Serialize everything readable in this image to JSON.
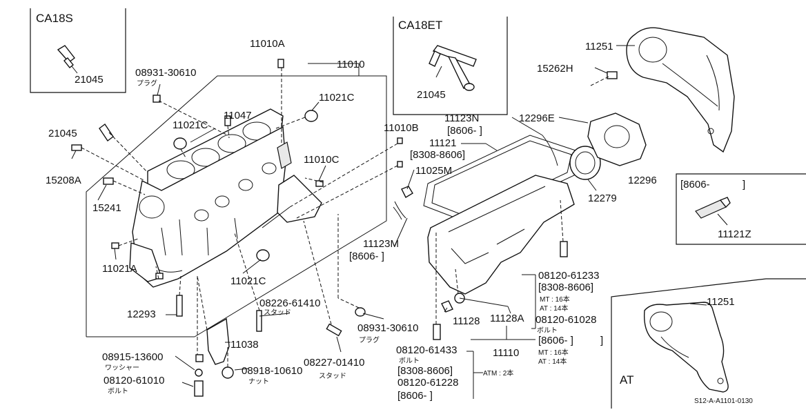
{
  "boxes": {
    "ca18s": {
      "title": "CA18S",
      "part": "21045"
    },
    "ca18et": {
      "title": "CA18ET",
      "part": "21045"
    },
    "rev_tube": {
      "date": "[8606-",
      "part": "11121Z"
    },
    "at": {
      "title": "AT",
      "part": "11251"
    }
  },
  "labels": {
    "p11010a": "11010A",
    "p11010": "11010",
    "p08931_top": "08931-30610",
    "plug_top": "プラグ",
    "p11047": "11047",
    "p11021c_a": "11021C",
    "p11021c_b": "11021C",
    "p21045": "21045",
    "p15208a": "15208A",
    "p15241": "15241",
    "p11010c": "11010C",
    "p11010b": "11010B",
    "p11025m": "11025M",
    "p11021a": "11021A",
    "p11021c_c": "11021C",
    "p12293": "12293",
    "p08226": "08226-61410",
    "stud_1": "スタッド",
    "p11038": "11038",
    "p08915": "08915-13600",
    "washer": "ワッシャー",
    "p08918": "08918-10610",
    "nut": "ナット",
    "p08120_61010": "08120-61010",
    "bolt_1": "ボルト",
    "p08227": "08227-01410",
    "stud_2": "スタッド",
    "p08931_bot": "08931-30610",
    "plug_bot": "プラグ",
    "p11123m": "11123M",
    "p11123m_date": "[8606-     ]",
    "p11123n": "11123N",
    "p11123n_date": "[8606-     ]",
    "p11121": "11121",
    "p11121_date": "[8308-8606]",
    "p12296e": "12296E",
    "p12296": "12296",
    "p12279": "12279",
    "p11251": "11251",
    "p15262h": "15262H",
    "p08120_61233": "08120-61233",
    "date_8308_8606_a": "[8308-8606]",
    "mt_16a": "MT : 16本",
    "at_14a": "AT : 14本",
    "p08120_61028": "08120-61028",
    "bolt_2": "ボルト",
    "date_8606_a": "[8606-     ]",
    "mt_16b": "MT : 16本",
    "at_14b": "AT : 14本",
    "p11128": "11128",
    "p11128a": "11128A",
    "p11110": "11110",
    "p08120_61433": "08120-61433",
    "bolt_3": "ボルト",
    "date_8308_8606_b": "[8308-8606]",
    "p08120_61228": "08120-61228",
    "date_8606_b": "[8606-     ]",
    "atm_2": "ATM : 2本",
    "diagram_code": "S12-A-A1101-0130"
  }
}
